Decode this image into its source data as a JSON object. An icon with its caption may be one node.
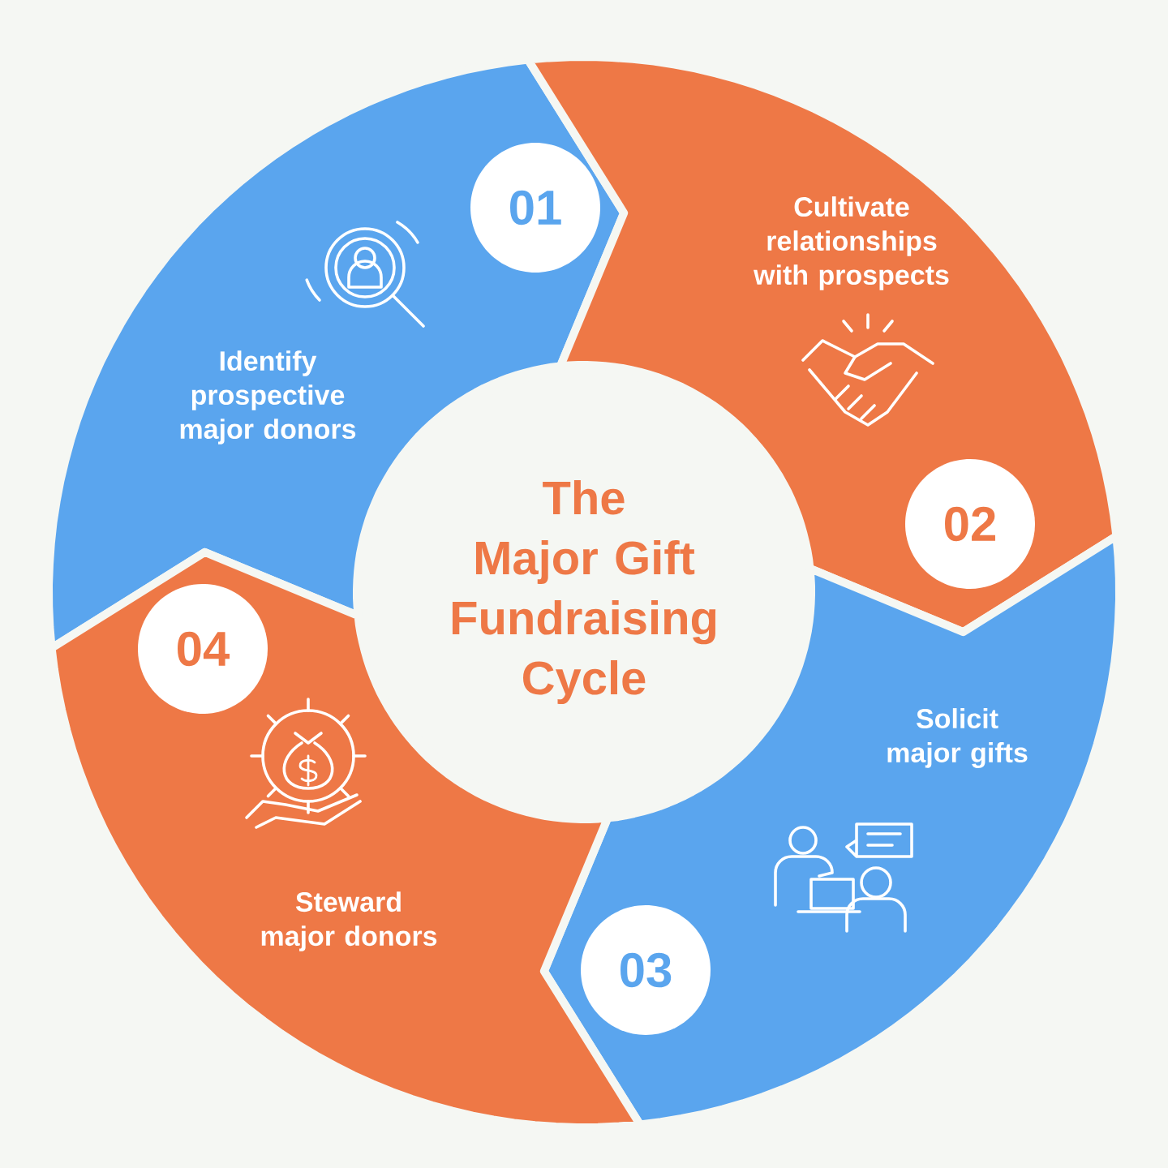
{
  "diagram": {
    "title": "The Major Gift Fundraising Cycle",
    "nodes": [
      {
        "text": [
          "01",
          "Identify prospective major donors"
        ]
      },
      {
        "text": [
          "Cultivate relationships with prospects",
          "02"
        ]
      },
      {
        "text": [
          "Solicit major gifts",
          "03"
        ]
      },
      {
        "text": [
          "04",
          "Steward major donors"
        ]
      }
    ]
  }
}
